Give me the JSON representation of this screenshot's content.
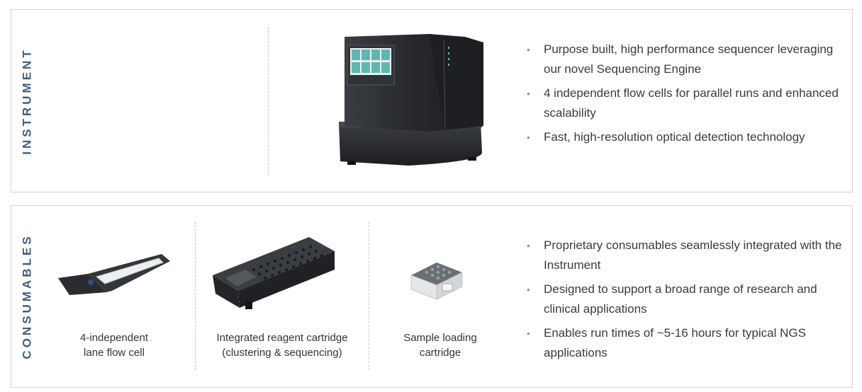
{
  "instrument": {
    "label": "INSTRUMENT",
    "image_name": "sequencer-instrument",
    "bullets": [
      "Purpose built, high performance sequencer leveraging our novel Sequencing Engine",
      "4 independent flow cells for parallel runs and enhanced scalability",
      "Fast, high-resolution optical detection technology"
    ]
  },
  "consumables": {
    "label": "CONSUMABLES",
    "items": [
      {
        "caption_line1": "4-independent",
        "caption_line2": "lane flow cell"
      },
      {
        "caption_line1": "Integrated reagent cartridge",
        "caption_line2": "(clustering & sequencing)"
      },
      {
        "caption_line1": "Sample loading",
        "caption_line2": "cartridge"
      }
    ],
    "bullets": [
      "Proprietary consumables seamlessly integrated with the Instrument",
      "Designed to support a broad range of research and clinical applications",
      "Enables run times of ~5-16 hours for typical NGS applications"
    ]
  },
  "colors": {
    "label": "#3f5d85",
    "border": "#d4d4d4",
    "device_dark": "#2a2c30",
    "screen_teal": "#5fb7b0"
  },
  "bullet_glyph": "•"
}
